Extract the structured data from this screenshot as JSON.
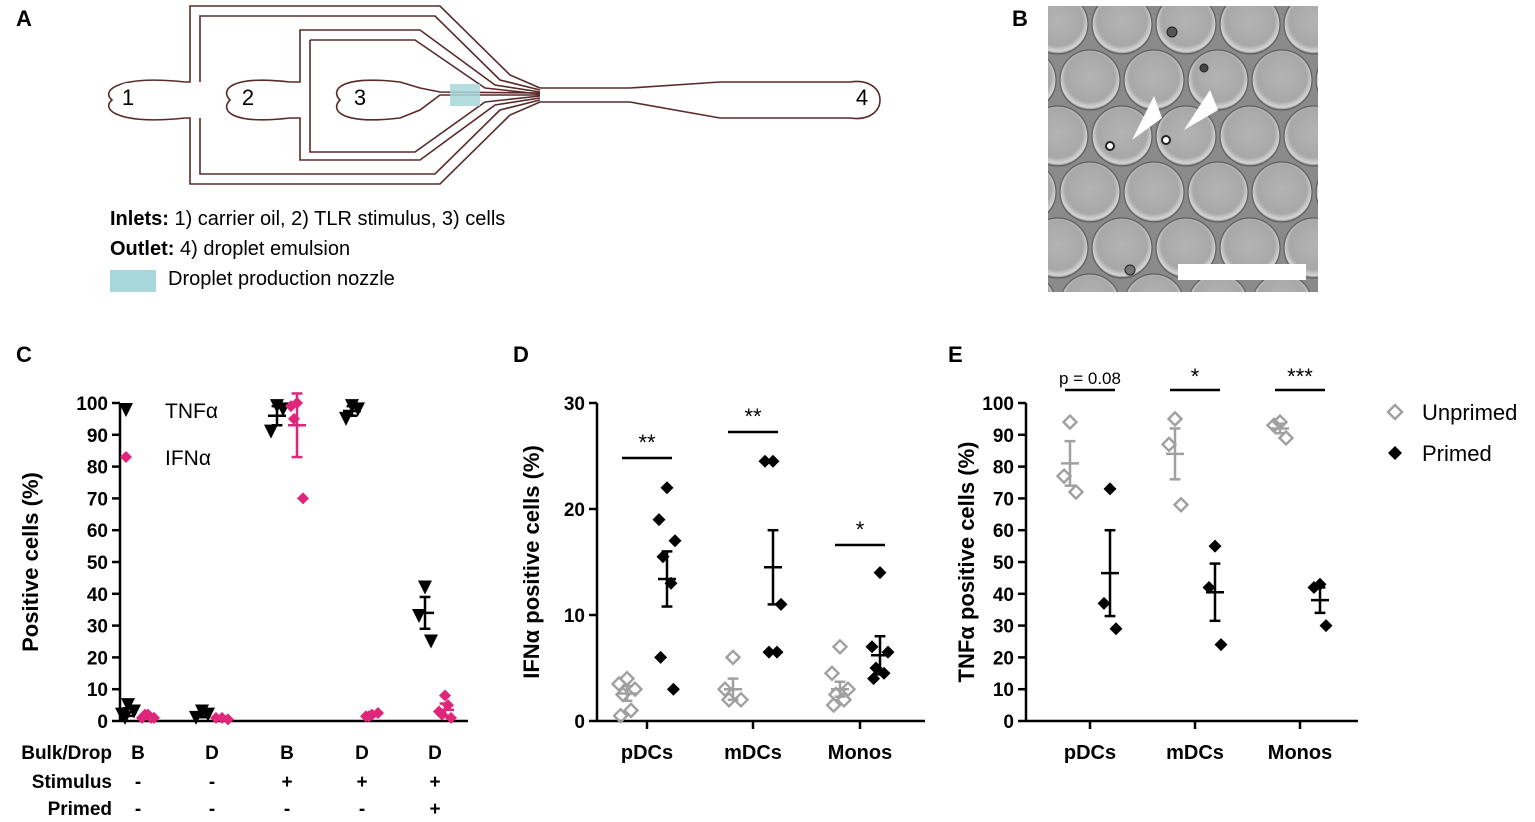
{
  "panels": {
    "A": "A",
    "B": "B",
    "C": "C",
    "D": "D",
    "E": "E"
  },
  "panelA": {
    "ports": [
      "1",
      "2",
      "3",
      "4"
    ],
    "inlets_label": "Inlets:",
    "inlets_text": " 1) carrier oil, 2) TLR stimulus, 3) cells",
    "outlet_label": "Outlet:",
    "outlet_text": " 4) droplet emulsion",
    "nozzle_text": "Droplet production nozzle",
    "nozzle_color": "#a7d7db"
  },
  "chart_data": [
    {
      "id": "C",
      "type": "scatter",
      "ylabel": "Positive cells (%)",
      "ylim": [
        0,
        100
      ],
      "yticks": [
        0,
        10,
        20,
        30,
        40,
        50,
        60,
        70,
        80,
        90,
        100
      ],
      "legend": [
        {
          "name": "TNFα",
          "color": "#000000",
          "marker": "triangle-down"
        },
        {
          "name": "IFNα",
          "color": "#e0267a",
          "marker": "diamond"
        }
      ],
      "row_labels": [
        "Bulk/Drop",
        "Stimulus",
        "Primed"
      ],
      "conditions": [
        {
          "bulk_drop": "B",
          "stimulus": "-",
          "primed": "-"
        },
        {
          "bulk_drop": "D",
          "stimulus": "-",
          "primed": "-"
        },
        {
          "bulk_drop": "B",
          "stimulus": "+",
          "primed": "-"
        },
        {
          "bulk_drop": "D",
          "stimulus": "+",
          "primed": "-"
        },
        {
          "bulk_drop": "D",
          "stimulus": "+",
          "primed": "+"
        }
      ],
      "series": [
        {
          "name": "TNFα",
          "color": "#000000",
          "points": [
            [
              5,
              2,
              3,
              1
            ],
            [
              3,
              1,
              2
            ],
            [
              99,
              91,
              98
            ],
            [
              99,
              95,
              98
            ],
            [
              42,
              33,
              25
            ]
          ],
          "mean": [
            2.8,
            2,
            96,
            97.5,
            34
          ],
          "err": [
            1.2,
            0.8,
            3,
            1.5,
            5
          ]
        },
        {
          "name": "IFNα",
          "color": "#e0267a",
          "points": [
            [
              2,
              1,
              1,
              2,
              1
            ],
            [
              1,
              1,
              0.5
            ],
            [
              100,
              99,
              70,
              95
            ],
            [
              2,
              1.5,
              2.5,
              1.5
            ],
            [
              8,
              3,
              1,
              2,
              5
            ]
          ],
          "mean": [
            1.4,
            0.8,
            93,
            2,
            3.5
          ],
          "err": [
            0.4,
            0.3,
            10,
            0.5,
            2
          ]
        }
      ]
    },
    {
      "id": "D",
      "type": "scatter",
      "ylabel": "IFNα positive cells (%)",
      "ylim": [
        0,
        30
      ],
      "yticks": [
        0,
        10,
        20,
        30
      ],
      "categories": [
        "pDCs",
        "mDCs",
        "Monos"
      ],
      "series": [
        {
          "name": "Unprimed",
          "color": "#a0a0a0",
          "points": [
            [
              4,
              3.5,
              3,
              2.5,
              1,
              0.5
            ],
            [
              6,
              3,
              2,
              2
            ],
            [
              7,
              4.5,
              3,
              2.5,
              2,
              1.5
            ]
          ],
          "mean": [
            2.6,
            3,
            3
          ],
          "err": [
            0.7,
            1,
            0.7
          ]
        },
        {
          "name": "Primed",
          "color": "#000000",
          "points": [
            [
              22,
              19,
              17,
              15.5,
              13,
              6,
              3
            ],
            [
              24.5,
              24.5,
              11,
              6.5,
              6.5
            ],
            [
              14,
              7,
              6.5,
              5,
              4.5,
              4
            ]
          ],
          "mean": [
            13.4,
            14.5,
            6.2
          ],
          "err": [
            2.6,
            3.5,
            1.8
          ]
        }
      ],
      "significance": [
        "**",
        "**",
        "*"
      ]
    },
    {
      "id": "E",
      "type": "scatter",
      "ylabel": "TNFα positive cells (%)",
      "ylim": [
        0,
        100
      ],
      "yticks": [
        0,
        10,
        20,
        30,
        40,
        50,
        60,
        70,
        80,
        90,
        100
      ],
      "categories": [
        "pDCs",
        "mDCs",
        "Monos"
      ],
      "series": [
        {
          "name": "Unprimed",
          "color": "#a0a0a0",
          "points": [
            [
              94,
              77,
              72
            ],
            [
              95,
              87,
              68
            ],
            [
              94,
              93,
              89
            ]
          ],
          "mean": [
            81,
            84,
            92
          ],
          "err": [
            7,
            8,
            1.5
          ]
        },
        {
          "name": "Primed",
          "color": "#000000",
          "points": [
            [
              73,
              37,
              29
            ],
            [
              55,
              42,
              24
            ],
            [
              43,
              42,
              30
            ]
          ],
          "mean": [
            46.5,
            40.5,
            38
          ],
          "err": [
            13.5,
            9,
            4
          ]
        }
      ],
      "significance": [
        "p = 0.08",
        "*",
        "***"
      ],
      "legend": [
        "Unprimed",
        "Primed"
      ]
    }
  ]
}
